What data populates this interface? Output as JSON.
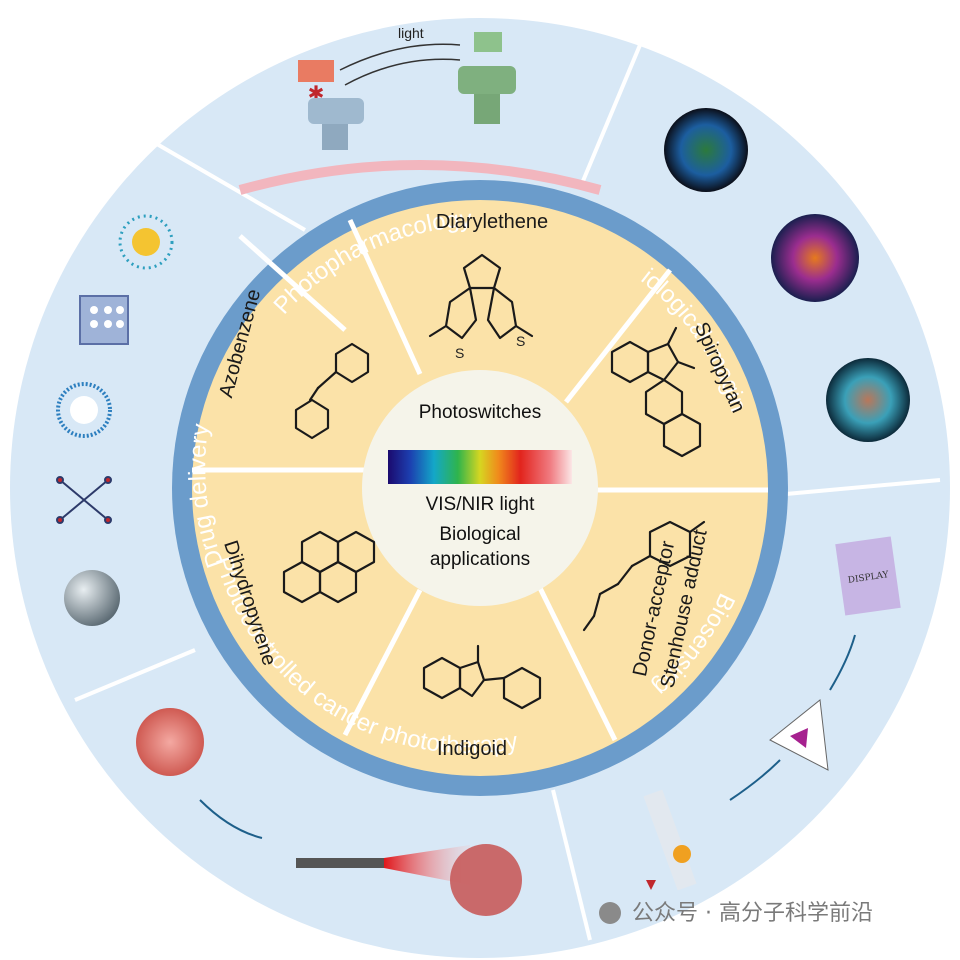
{
  "center": {
    "title": "Photoswitches",
    "spectrum_label": "VIS/NIR light",
    "apps_line1": "Biological",
    "apps_line2": "applications"
  },
  "segments": [
    "Diarylethene",
    "Spiropyran",
    "Donor-acceptor",
    "Stenhouse adduct",
    "Indigoid",
    "Dihydropyrene",
    "Azobenzene"
  ],
  "ring_labels": [
    "Photopharmacology",
    "Biological imaging",
    "Biosensing",
    "Photocontrolled cancer phototherapy",
    "Drug delivery"
  ],
  "annotations": {
    "light": "light",
    "display": "DISPLAY"
  },
  "watermark": "公众号 · 高分子科学前沿",
  "colors": {
    "outer": "#d8e8f6",
    "ring": "#6b9ccb",
    "segment": "#fbe2a8",
    "center": "#f5f4ea",
    "divider": "#ffffff"
  }
}
